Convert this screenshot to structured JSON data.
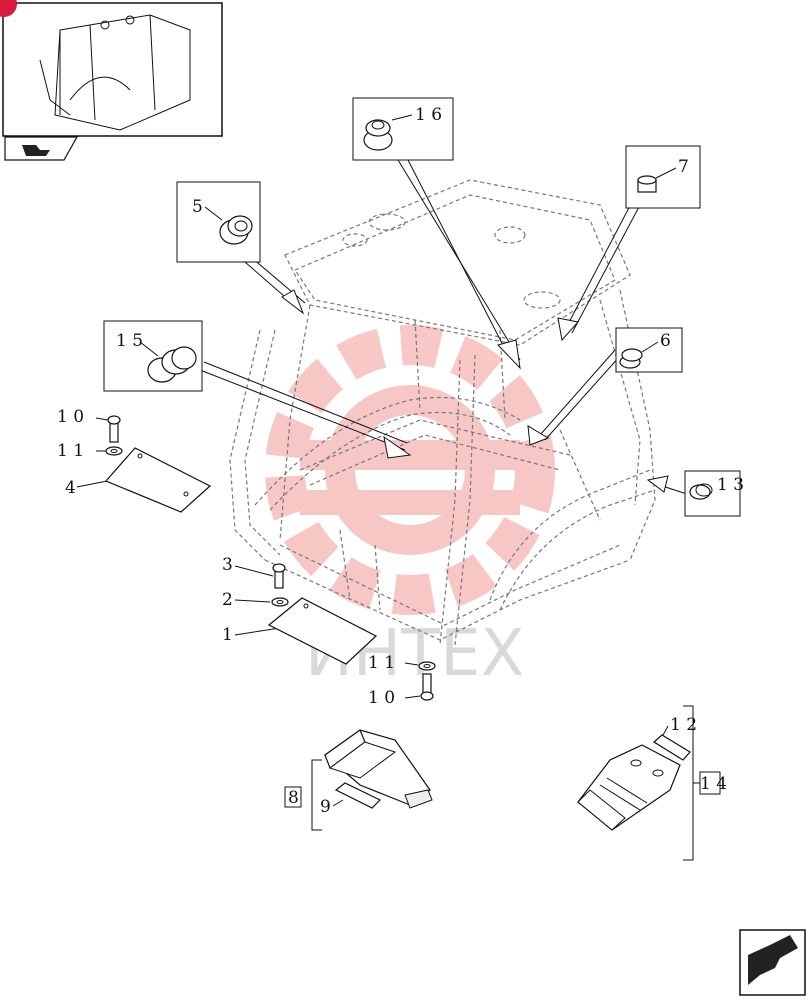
{
  "callouts": [
    {
      "id": "c16",
      "text": "1 6"
    },
    {
      "id": "c7",
      "text": "7"
    },
    {
      "id": "c5",
      "text": "5"
    },
    {
      "id": "c15",
      "text": "1 5"
    },
    {
      "id": "c6",
      "text": "6"
    },
    {
      "id": "c13",
      "text": "1 3"
    },
    {
      "id": "c10a",
      "text": "1 0"
    },
    {
      "id": "c11a",
      "text": "1 1"
    },
    {
      "id": "c4",
      "text": "4"
    },
    {
      "id": "c3",
      "text": "3"
    },
    {
      "id": "c2",
      "text": "2"
    },
    {
      "id": "c1",
      "text": "1"
    },
    {
      "id": "c11b",
      "text": "1 1"
    },
    {
      "id": "c10b",
      "text": "1 0"
    },
    {
      "id": "c8",
      "text": "8"
    },
    {
      "id": "c9",
      "text": "9"
    },
    {
      "id": "c14",
      "text": "1 4"
    },
    {
      "id": "c12",
      "text": "1 2"
    }
  ],
  "watermark": {
    "text": "ИНТЕХ",
    "color": "#f08080"
  },
  "colors": {
    "line": "#111111",
    "dashed": "#777777",
    "badge": "#d81b3c"
  },
  "icons": [
    "thumbnail-cab-icon",
    "nav-arrow-small-icon",
    "next-page-arrow-icon"
  ]
}
